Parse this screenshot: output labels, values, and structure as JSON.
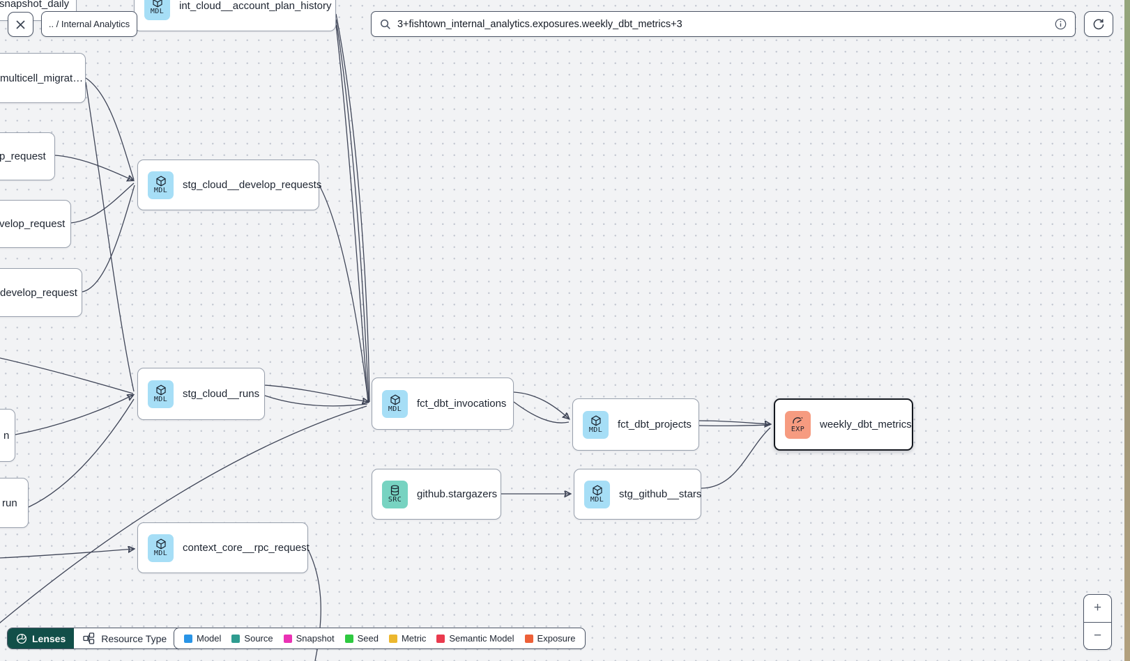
{
  "toolbar": {
    "breadcrumb": ".. / Internal Analytics",
    "search_value": "3+fishtown_internal_analytics.exposures.weekly_dbt_metrics+3"
  },
  "nodes": [
    {
      "label": "snapshot_daily"
    },
    {
      "label": "int_cloud__account_plan_history",
      "badge": "MDL"
    },
    {
      "label": "multicell_migrat…"
    },
    {
      "label": "p_request"
    },
    {
      "label": "velop_request"
    },
    {
      "label": "develop_request"
    },
    {
      "label": "stg_cloud__develop_requests",
      "badge": "MDL"
    },
    {
      "label": "stg_cloud__runs",
      "badge": "MDL"
    },
    {
      "label": "n"
    },
    {
      "label": "run"
    },
    {
      "label": "fct_dbt_invocations",
      "badge": "MDL"
    },
    {
      "label": "fct_dbt_projects",
      "badge": "MDL"
    },
    {
      "label": "weekly_dbt_metrics",
      "badge": "EXP"
    },
    {
      "label": "github.stargazers",
      "badge": "SRC"
    },
    {
      "label": "stg_github__stars",
      "badge": "MDL"
    },
    {
      "label": "context_core__rpc_request",
      "badge": "MDL"
    }
  ],
  "bottom_bar": {
    "lenses_label": "Lenses",
    "resource_type_label": "Resource Type"
  },
  "legend": {
    "items": [
      {
        "label": "Model",
        "color": "#2994e6"
      },
      {
        "label": "Source",
        "color": "#2f9c90"
      },
      {
        "label": "Snapshot",
        "color": "#ea31b4"
      },
      {
        "label": "Seed",
        "color": "#2ec940"
      },
      {
        "label": "Metric",
        "color": "#ecb72e"
      },
      {
        "label": "Semantic Model",
        "color": "#ea3a4e"
      },
      {
        "label": "Exposure",
        "color": "#ed6038"
      }
    ]
  },
  "zoom_controls": {
    "zoom_in": "+",
    "zoom_out": "−"
  },
  "colors": {
    "model_badge": "#a6def6",
    "source_badge": "#77d3c1",
    "exposure_badge": "#f69b80",
    "lenses_bg": "#124f49"
  }
}
